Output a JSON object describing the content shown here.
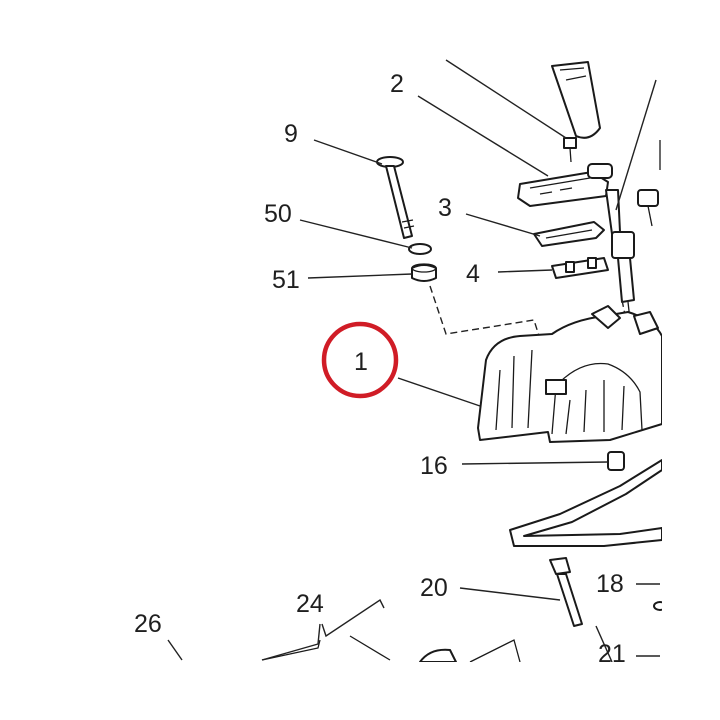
{
  "diagram": {
    "callouts": [
      {
        "id": "c2",
        "label": "2"
      },
      {
        "id": "c9",
        "label": "9"
      },
      {
        "id": "c50",
        "label": "50"
      },
      {
        "id": "c51",
        "label": "51"
      },
      {
        "id": "c3",
        "label": "3"
      },
      {
        "id": "c4",
        "label": "4"
      },
      {
        "id": "c1",
        "label": "1"
      },
      {
        "id": "c16",
        "label": "16"
      },
      {
        "id": "c20",
        "label": "20"
      },
      {
        "id": "c18",
        "label": "18"
      },
      {
        "id": "c24",
        "label": "24"
      },
      {
        "id": "c26",
        "label": "26"
      },
      {
        "id": "c21",
        "label": "21"
      }
    ],
    "highlight": {
      "label": "1",
      "color": "#d01c26"
    }
  }
}
